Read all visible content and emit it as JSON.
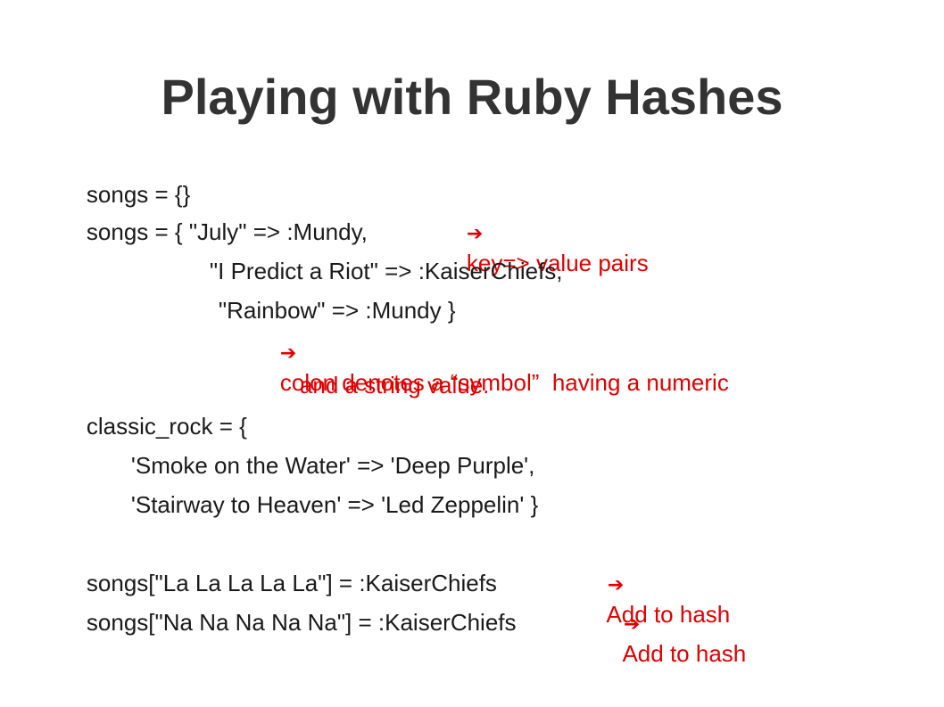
{
  "title": "Playing with Ruby Hashes",
  "colors": {
    "text": "#1a1a1a",
    "title": "#333333",
    "annotation": "#e00000"
  },
  "lines": {
    "l1": "songs = {}",
    "l2": "songs = { \"July\" => :Mundy,",
    "l2_note": "key=> value pairs",
    "l3": "\"I Predict a Riot\" => :KaiserChiefs,",
    "l4": "\"Rainbow\" => :Mundy }",
    "l5_note_a": "colon denotes a “symbol”  having a numeric",
    "l5_note_b": "and a string value.",
    "l6": "classic_rock = {",
    "l7": "'Smoke on the Water' => 'Deep Purple',",
    "l8": "'Stairway to Heaven' => 'Led Zeppelin' }",
    "l9": "songs[\"La La La La La\"] = :KaiserChiefs",
    "l9_note": "Add to hash",
    "l10": "songs[\"Na Na Na Na Na\"] = :KaiserChiefs",
    "l10_note": "Add to hash"
  },
  "icons": {
    "arrow": "arrow-right-icon"
  }
}
